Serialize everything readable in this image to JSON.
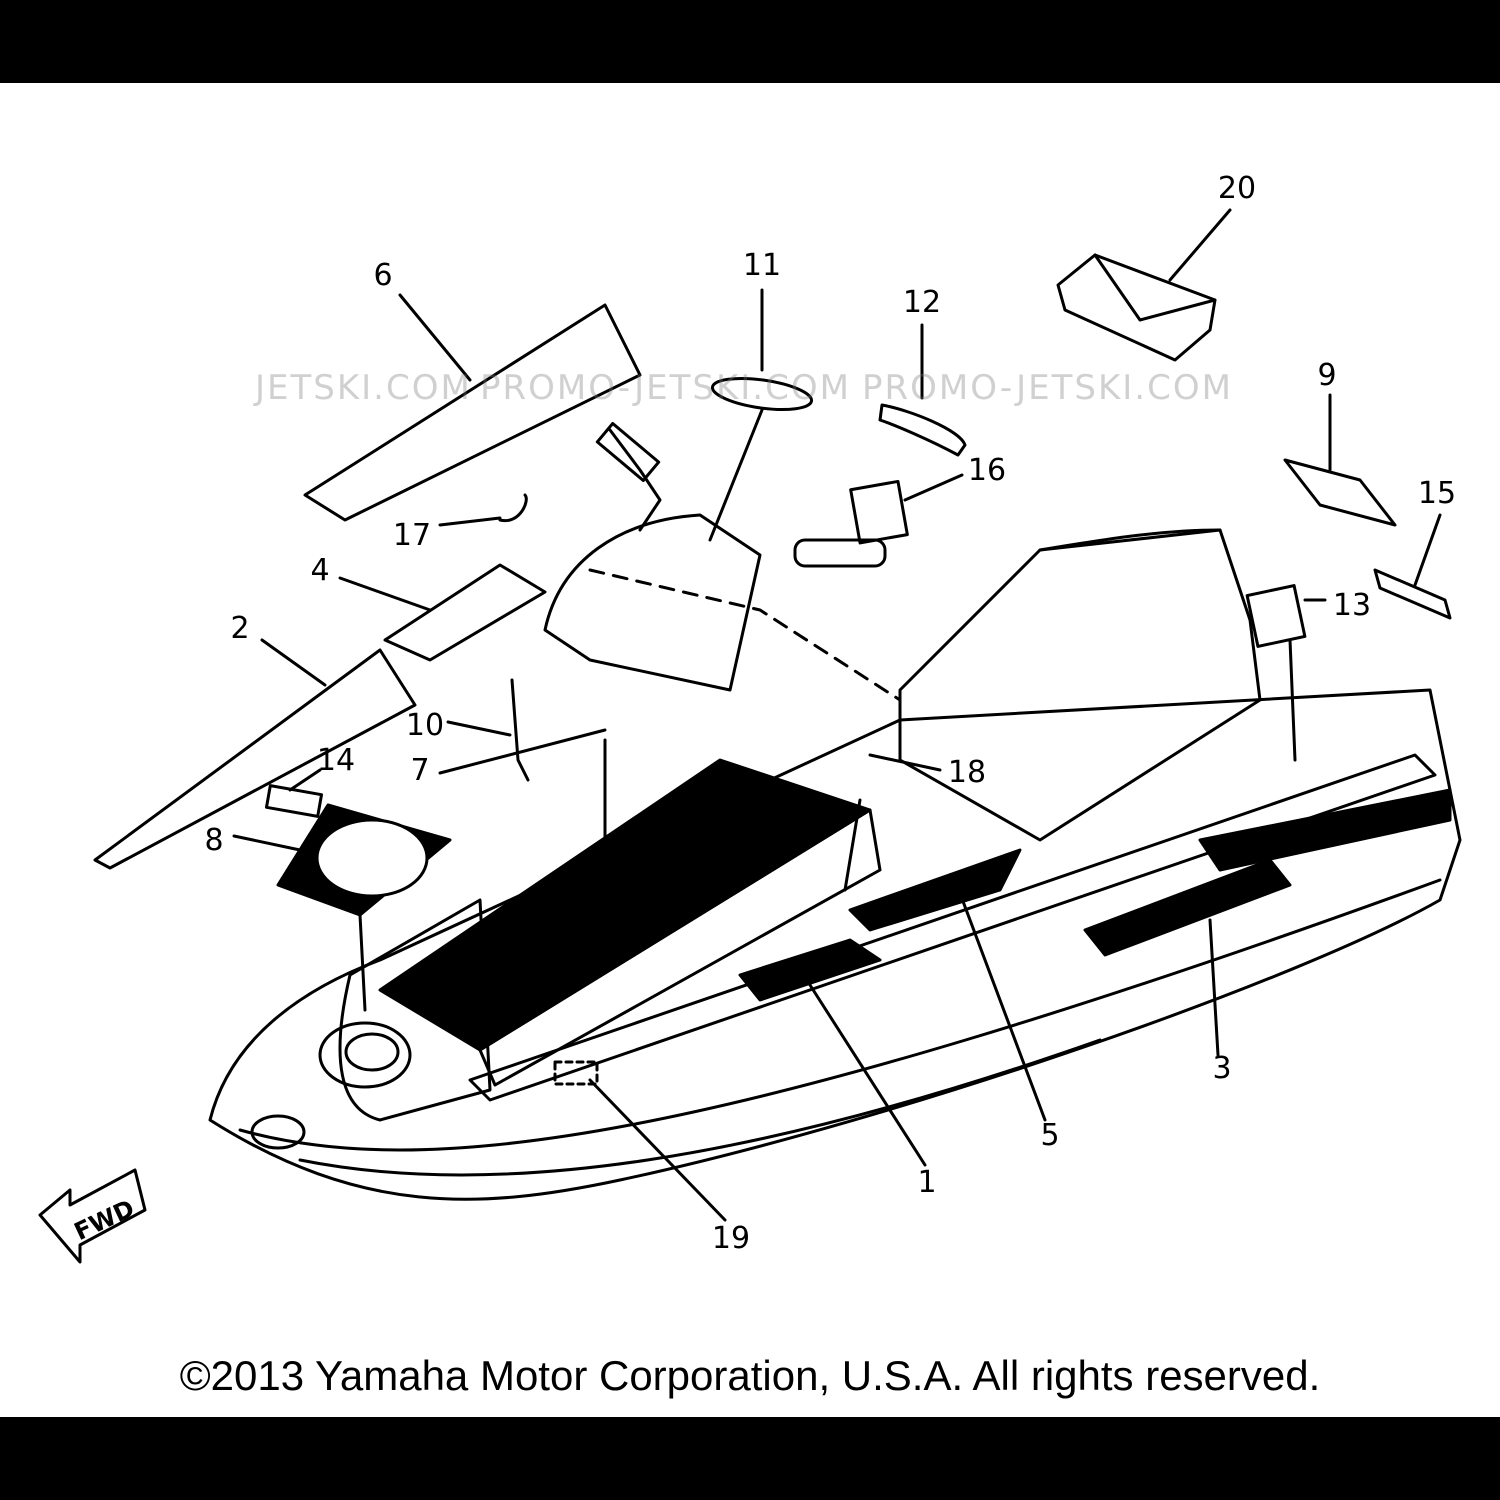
{
  "diagram": {
    "callouts": [
      "1",
      "2",
      "3",
      "4",
      "5",
      "6",
      "7",
      "8",
      "9",
      "10",
      "11",
      "12",
      "13",
      "14",
      "15",
      "16",
      "17",
      "18",
      "19",
      "20"
    ],
    "fwd_label": "FWD"
  },
  "watermarks": [
    "JETSKI.COM",
    "PROMO-JETSKI.COM",
    "PROMO-JETSKI.COM"
  ],
  "copyright": "©2013 Yamaha Motor Corporation, U.S.A. All rights reserved."
}
